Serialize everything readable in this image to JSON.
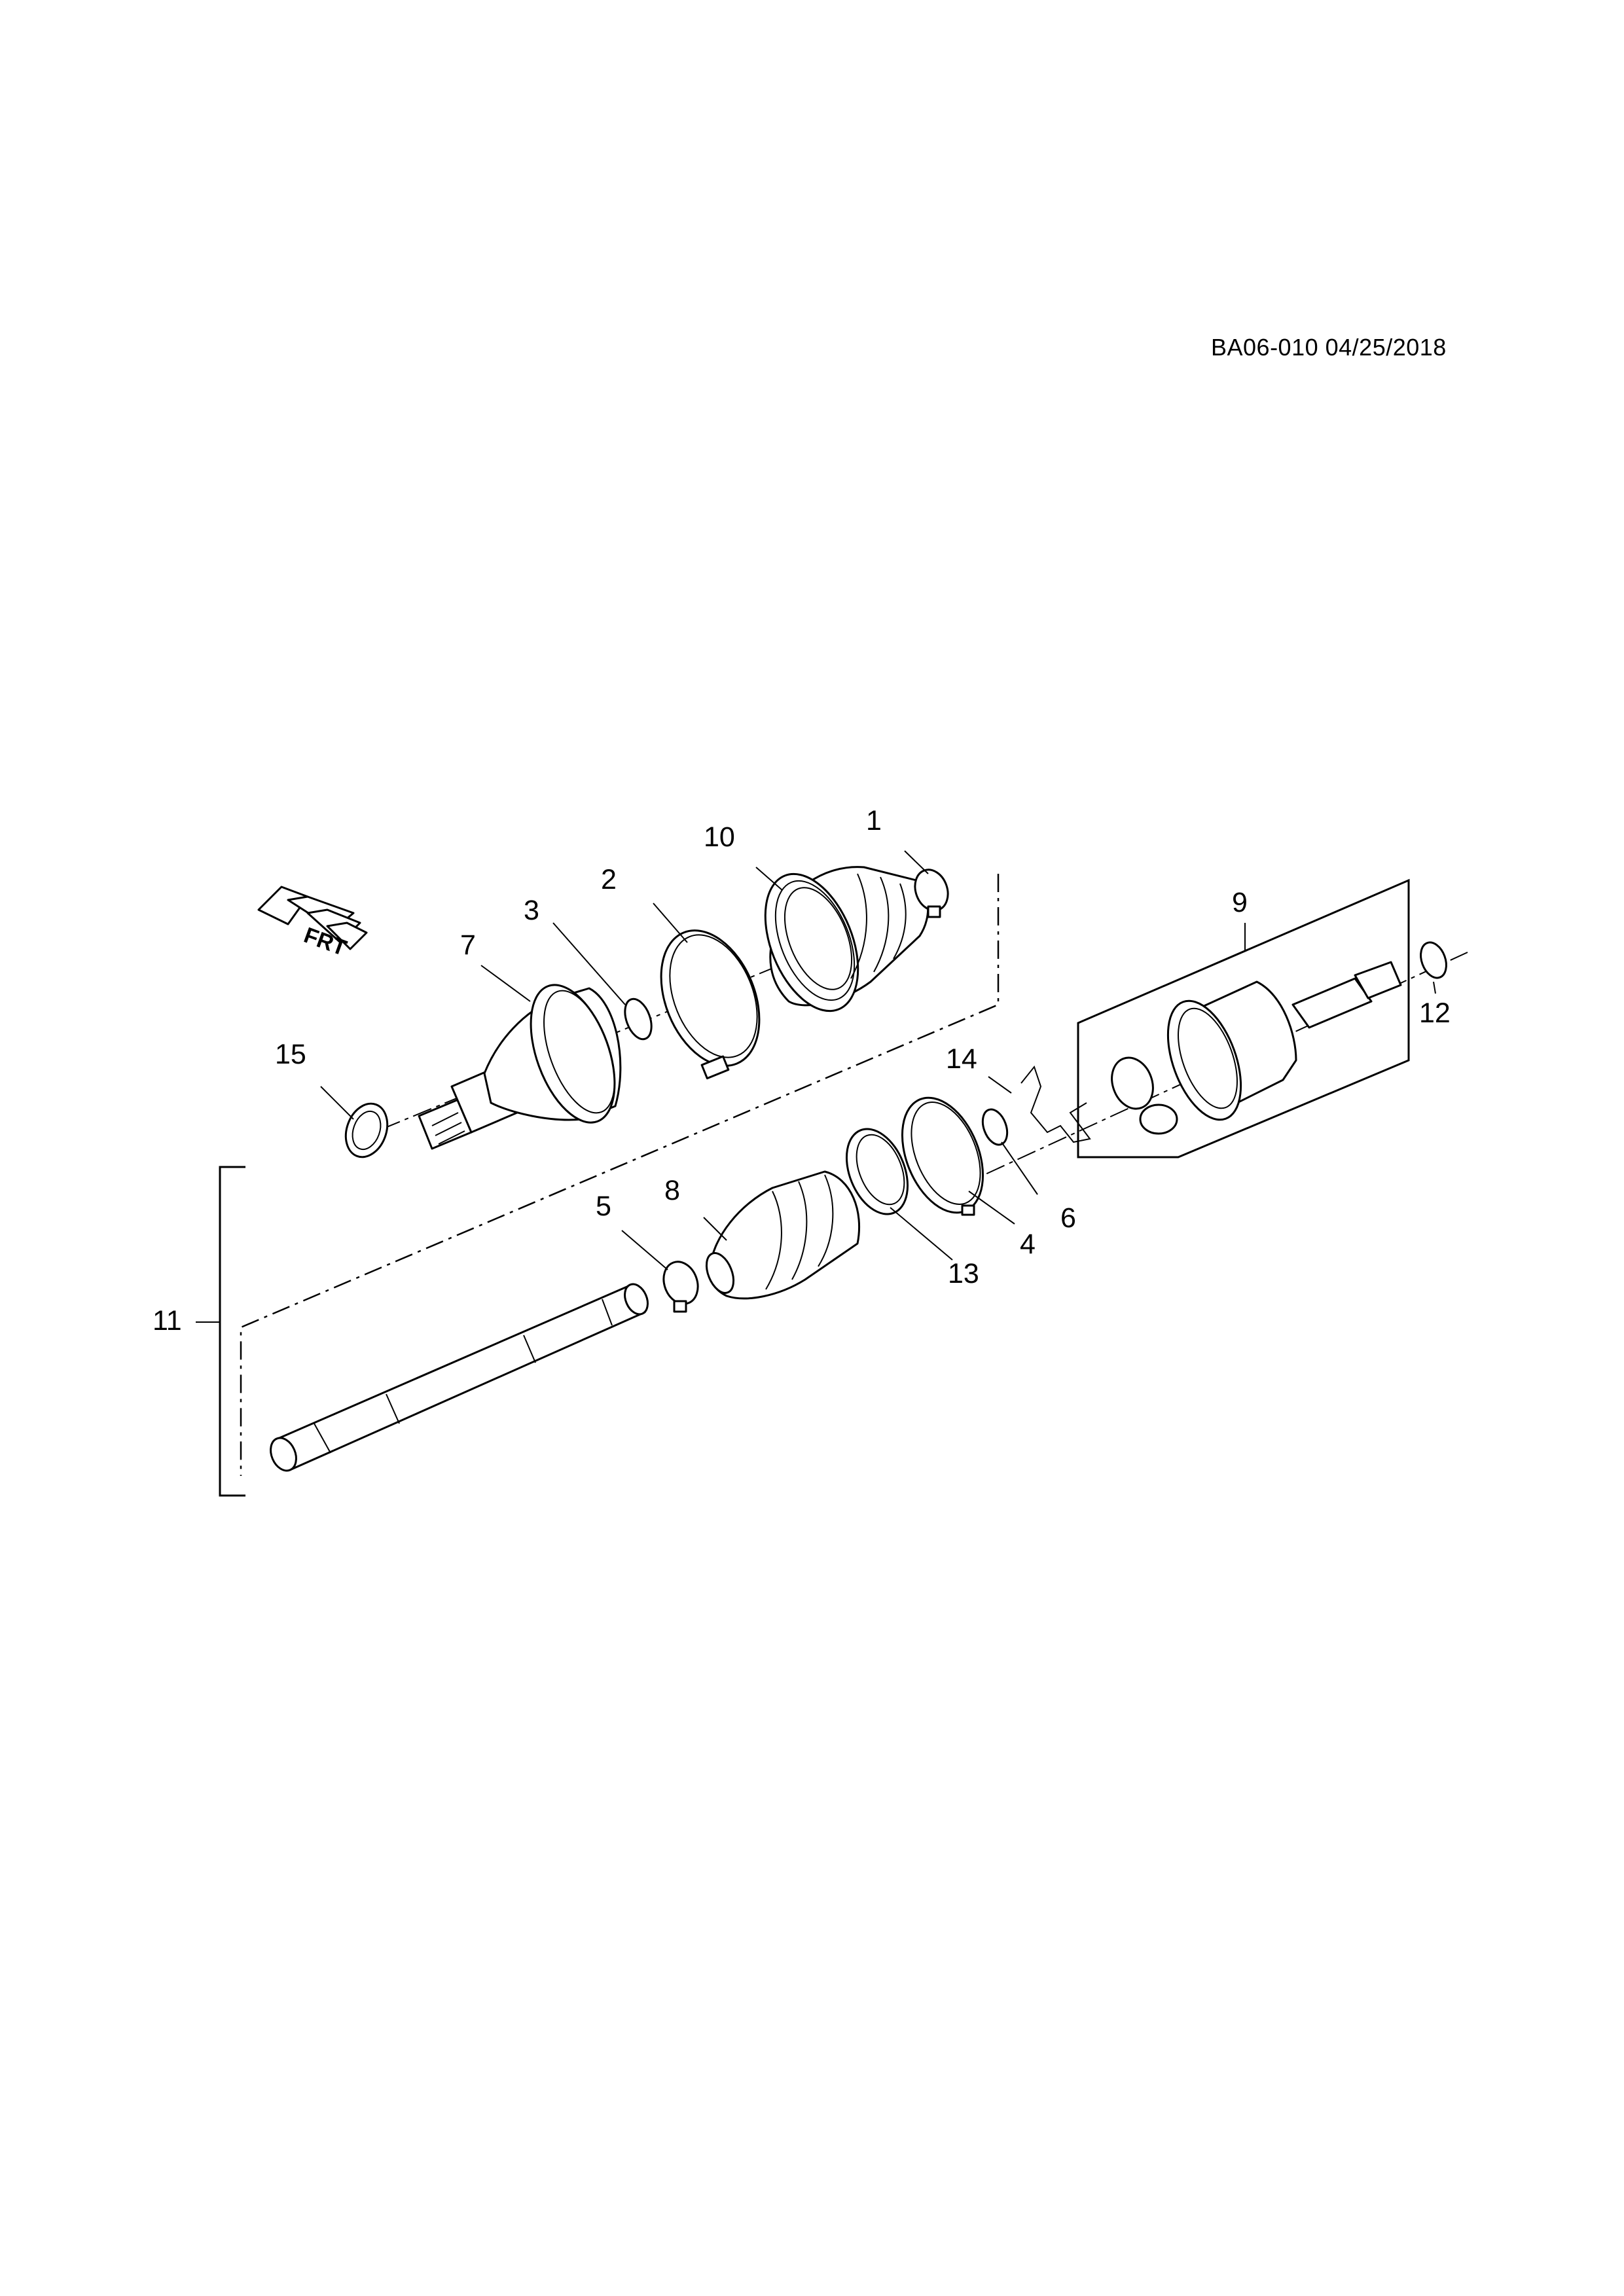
{
  "diagram": {
    "reference_code": "BA06-010 04/25/2018",
    "orientation_badge": "FRT",
    "callouts": [
      "1",
      "2",
      "3",
      "4",
      "5",
      "6",
      "7",
      "8",
      "9",
      "10",
      "11",
      "12",
      "13",
      "14",
      "15"
    ]
  },
  "colors": {
    "line": "#000000",
    "background": "#ffffff"
  }
}
